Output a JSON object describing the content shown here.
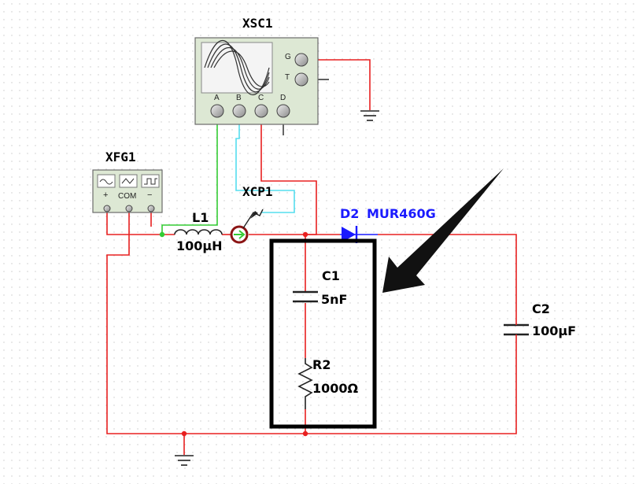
{
  "instruments": {
    "oscilloscope": {
      "name": "XSC1",
      "channels": [
        "A",
        "B",
        "C",
        "D"
      ],
      "trigger": [
        "G",
        "T"
      ]
    },
    "function_generator": {
      "name": "XFG1",
      "terminals": [
        "+",
        "COM",
        "−"
      ]
    },
    "current_probe": {
      "name": "XCP1"
    }
  },
  "components": {
    "L1": {
      "name": "L1",
      "value": "100µH"
    },
    "D2": {
      "name": "D2",
      "part": "MUR460G"
    },
    "C1": {
      "name": "C1",
      "value": "5nF"
    },
    "R2": {
      "name": "R2",
      "value": "1000Ω"
    },
    "C2": {
      "name": "C2",
      "value": "100µF"
    }
  },
  "colors": {
    "wire_red": "#e82020",
    "wire_green": "#33cc33",
    "wire_cyan": "#55ddee",
    "diode_blue": "#1a1aff",
    "instrument_body": "#dde8d4",
    "highlight_box": "#000000",
    "grid_dot": "#c8c8c8"
  },
  "annotations": {
    "highlight_box": true,
    "arrow": true
  }
}
